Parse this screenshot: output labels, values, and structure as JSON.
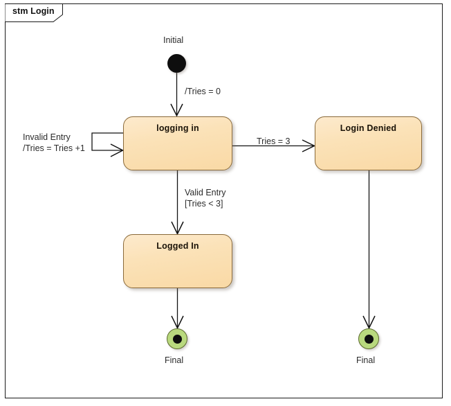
{
  "frame": {
    "label": "stm Login",
    "kind": "state-machine-diagram"
  },
  "nodes": {
    "initial": {
      "label": "Initial",
      "type": "initial-pseudostate"
    },
    "logging_in": {
      "label": "logging in",
      "type": "state"
    },
    "login_denied": {
      "label": "Login Denied",
      "type": "state"
    },
    "logged_in": {
      "label": "Logged In",
      "type": "state"
    },
    "final_left": {
      "label": "Final",
      "type": "final-state"
    },
    "final_right": {
      "label": "Final",
      "type": "final-state"
    }
  },
  "transitions": {
    "initial_to_logging_in": {
      "label": "/Tries = 0"
    },
    "self_loop_invalid": {
      "line1": "Invalid Entry",
      "line2": "/Tries = Tries +1"
    },
    "logging_in_to_denied": {
      "label": "Tries = 3"
    },
    "logging_in_to_logged_in": {
      "line1": "Valid Entry",
      "line2": "[Tries < 3]"
    },
    "logged_in_to_final": {
      "label": ""
    },
    "denied_to_final": {
      "label": ""
    }
  },
  "colors": {
    "state_fill_top": "#fdeacd",
    "state_fill_bottom": "#f9d9a5",
    "state_border": "#8a6a3a",
    "final_fill": "#b9d97e",
    "final_border": "#5c6b2f",
    "initial_fill": "#0e0e0e",
    "line": "#111111",
    "frame_border": "#1a1a1a",
    "background": "#ffffff"
  }
}
